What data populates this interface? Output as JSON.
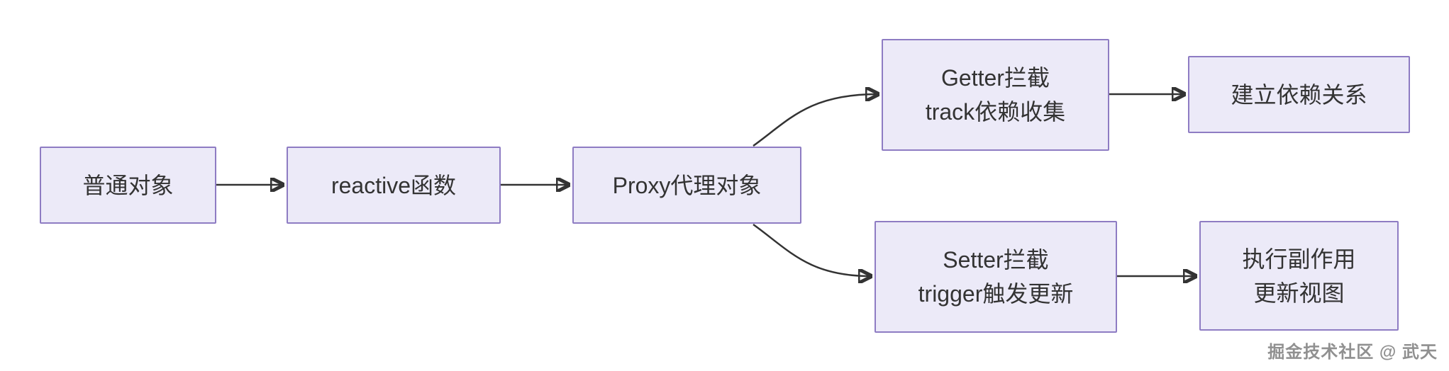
{
  "diagram": {
    "type": "flowchart",
    "direction": "left-to-right",
    "nodes": [
      {
        "id": "plain-object",
        "lines": [
          "普通对象"
        ]
      },
      {
        "id": "reactive-fn",
        "lines": [
          "reactive函数"
        ]
      },
      {
        "id": "proxy-object",
        "lines": [
          "Proxy代理对象"
        ]
      },
      {
        "id": "getter-track",
        "lines": [
          "Getter拦截",
          "track依赖收集"
        ]
      },
      {
        "id": "build-deps",
        "lines": [
          "建立依赖关系"
        ]
      },
      {
        "id": "setter-trigger",
        "lines": [
          "Setter拦截",
          "trigger触发更新"
        ]
      },
      {
        "id": "run-effect",
        "lines": [
          "执行副作用",
          "更新视图"
        ]
      }
    ],
    "edges": [
      {
        "from": "plain-object",
        "to": "reactive-fn"
      },
      {
        "from": "reactive-fn",
        "to": "proxy-object"
      },
      {
        "from": "proxy-object",
        "to": "getter-track"
      },
      {
        "from": "getter-track",
        "to": "build-deps"
      },
      {
        "from": "proxy-object",
        "to": "setter-trigger"
      },
      {
        "from": "setter-trigger",
        "to": "run-effect"
      }
    ]
  },
  "watermark": {
    "text": "掘金技术社区 @ 武天"
  },
  "colors": {
    "node_fill": "#ECEAF8",
    "node_border": "#8E7CC3",
    "edge": "#333333",
    "text": "#333333",
    "watermark": "#909090",
    "background": "#FFFFFF"
  }
}
